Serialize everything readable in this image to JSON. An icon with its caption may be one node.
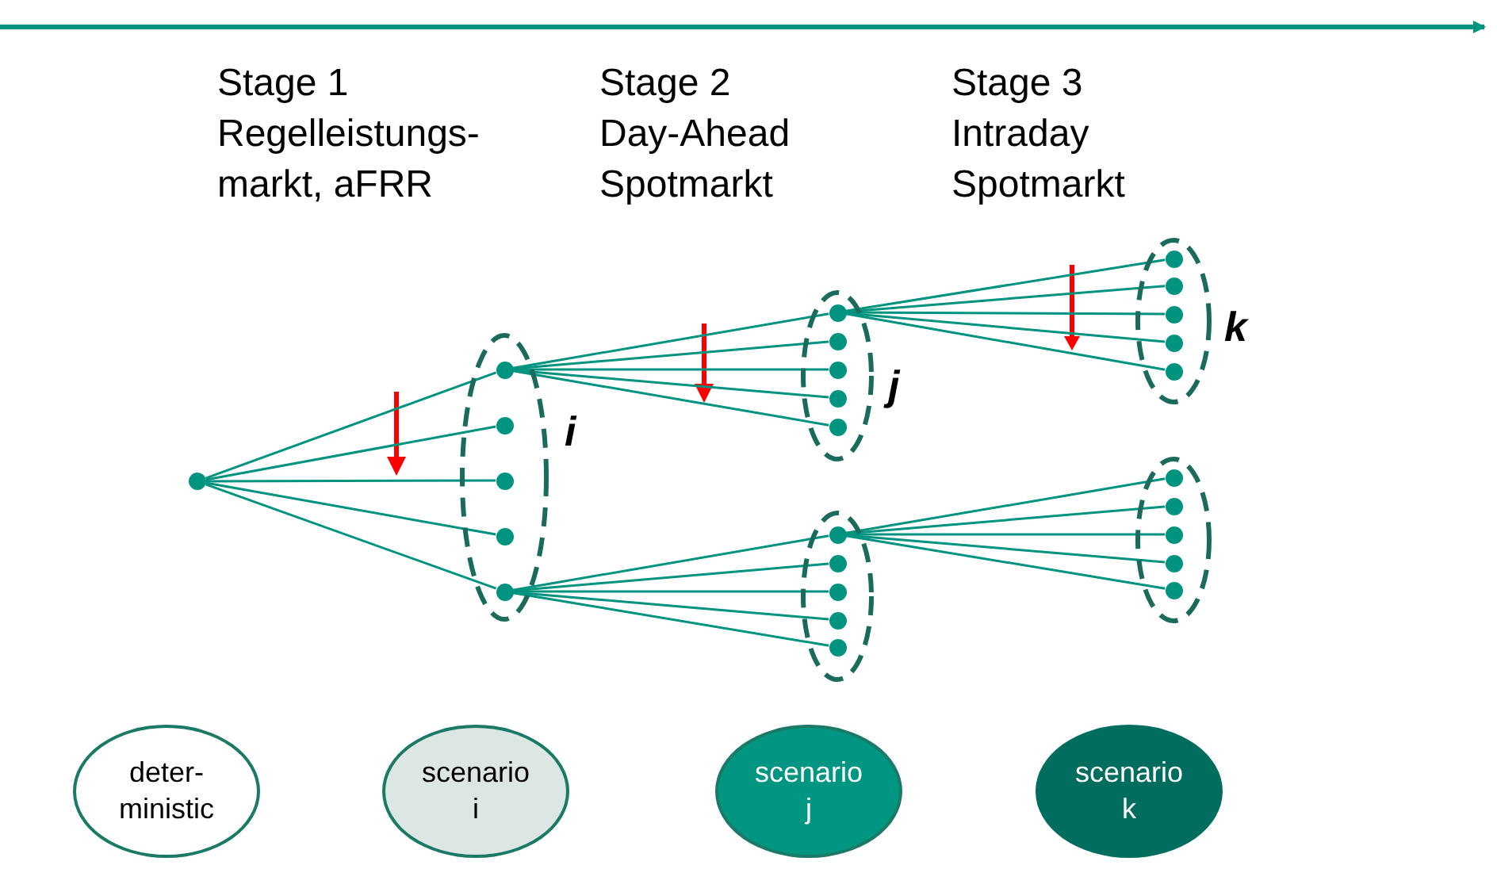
{
  "diagram": {
    "nodes": [
      {
        "text": [],
        "shape": "circle"
      },
      {
        "text": [],
        "shape": "ellipse",
        "beside": [
          "i"
        ]
      },
      {
        "text": [],
        "shape": "circle",
        "in": 1
      },
      {
        "text": [],
        "shape": "circle",
        "in": 1
      },
      {
        "text": [],
        "shape": "circle",
        "in": 1
      },
      {
        "text": [],
        "shape": "circle",
        "in": 1
      },
      {
        "text": [],
        "shape": "circle",
        "in": 1
      },
      {
        "text": [],
        "shape": "ellipse",
        "beside": [
          "j"
        ]
      },
      {
        "text": [],
        "shape": "circle",
        "in": 7
      },
      {
        "text": [],
        "shape": "circle",
        "in": 7
      },
      {
        "text": [],
        "shape": "circle",
        "in": 7
      },
      {
        "text": [],
        "shape": "circle",
        "in": 7
      },
      {
        "text": [],
        "shape": "circle",
        "in": 7
      },
      {
        "text": [],
        "shape": "ellipse"
      },
      {
        "text": [],
        "shape": "circle",
        "in": 13
      },
      {
        "text": [],
        "shape": "circle",
        "in": 13
      },
      {
        "text": [],
        "shape": "circle",
        "in": 13
      },
      {
        "text": [],
        "shape": "circle",
        "in": 13
      },
      {
        "text": [],
        "shape": "circle",
        "in": 13
      },
      {
        "text": [],
        "shape": "ellipse",
        "beside": [
          "k"
        ]
      },
      {
        "text": [],
        "shape": "circle",
        "in": 19
      },
      {
        "text": [],
        "shape": "circle",
        "in": 19
      },
      {
        "text": [],
        "shape": "circle",
        "in": 19
      },
      {
        "text": [],
        "shape": "circle",
        "in": 19
      },
      {
        "text": [],
        "shape": "circle",
        "in": 19
      },
      {
        "text": [],
        "shape": "ellipse"
      },
      {
        "text": [],
        "shape": "circle",
        "in": 25
      },
      {
        "text": [],
        "shape": "circle",
        "in": 25
      },
      {
        "text": [],
        "shape": "circle",
        "in": 25
      },
      {
        "text": [],
        "shape": "circle",
        "in": 25
      },
      {
        "text": [],
        "shape": "circle",
        "in": 25
      },
      {
        "text": [
          "deter-ministic"
        ]
      },
      {
        "text": [
          "scenario i"
        ]
      },
      {
        "text": [
          "scenario j"
        ]
      },
      {
        "text": [
          "scenario k"
        ]
      }
    ],
    "edges": [
      {
        "from": 0,
        "to": 2,
        "arrow": "none"
      },
      {
        "from": 0,
        "to": 3,
        "arrow": "none"
      },
      {
        "from": 0,
        "to": 4,
        "arrow": "none"
      },
      {
        "from": 0,
        "to": 5,
        "arrow": "none"
      },
      {
        "from": 0,
        "to": 6,
        "arrow": "none"
      },
      {
        "from": 2,
        "to": 8,
        "arrow": "none"
      },
      {
        "from": 2,
        "to": 9,
        "arrow": "none"
      },
      {
        "from": 2,
        "to": 10,
        "arrow": "none"
      },
      {
        "from": 2,
        "to": 11,
        "arrow": "none"
      },
      {
        "from": 2,
        "to": 12,
        "arrow": "none"
      },
      {
        "from": 6,
        "to": 14,
        "arrow": "none"
      },
      {
        "from": 6,
        "to": 15,
        "arrow": "none"
      },
      {
        "from": 6,
        "to": 16,
        "arrow": "none"
      },
      {
        "from": 6,
        "to": 17,
        "arrow": "none"
      },
      {
        "from": 6,
        "to": 18,
        "arrow": "none"
      },
      {
        "from": 8,
        "to": 20,
        "arrow": "none"
      },
      {
        "from": 8,
        "to": 21,
        "arrow": "none"
      },
      {
        "from": 8,
        "to": 22,
        "arrow": "none"
      },
      {
        "from": 8,
        "to": 23,
        "arrow": "none"
      },
      {
        "from": 8,
        "to": 24,
        "arrow": "none"
      },
      {
        "from": 14,
        "to": 26,
        "arrow": "none"
      },
      {
        "from": 14,
        "to": 27,
        "arrow": "none"
      },
      {
        "from": 14,
        "to": 28,
        "arrow": "none"
      },
      {
        "from": 14,
        "to": 29,
        "arrow": "none"
      },
      {
        "from": 14,
        "to": 30,
        "arrow": "none"
      }
    ],
    "labels": [
      "Stage 1",
      "Regelleistungs-markt, aFRR",
      "Stage 2",
      "Day-Ahead Spotmarkt",
      "Stage 3",
      "Intraday Spotmarkt"
    ]
  }
}
